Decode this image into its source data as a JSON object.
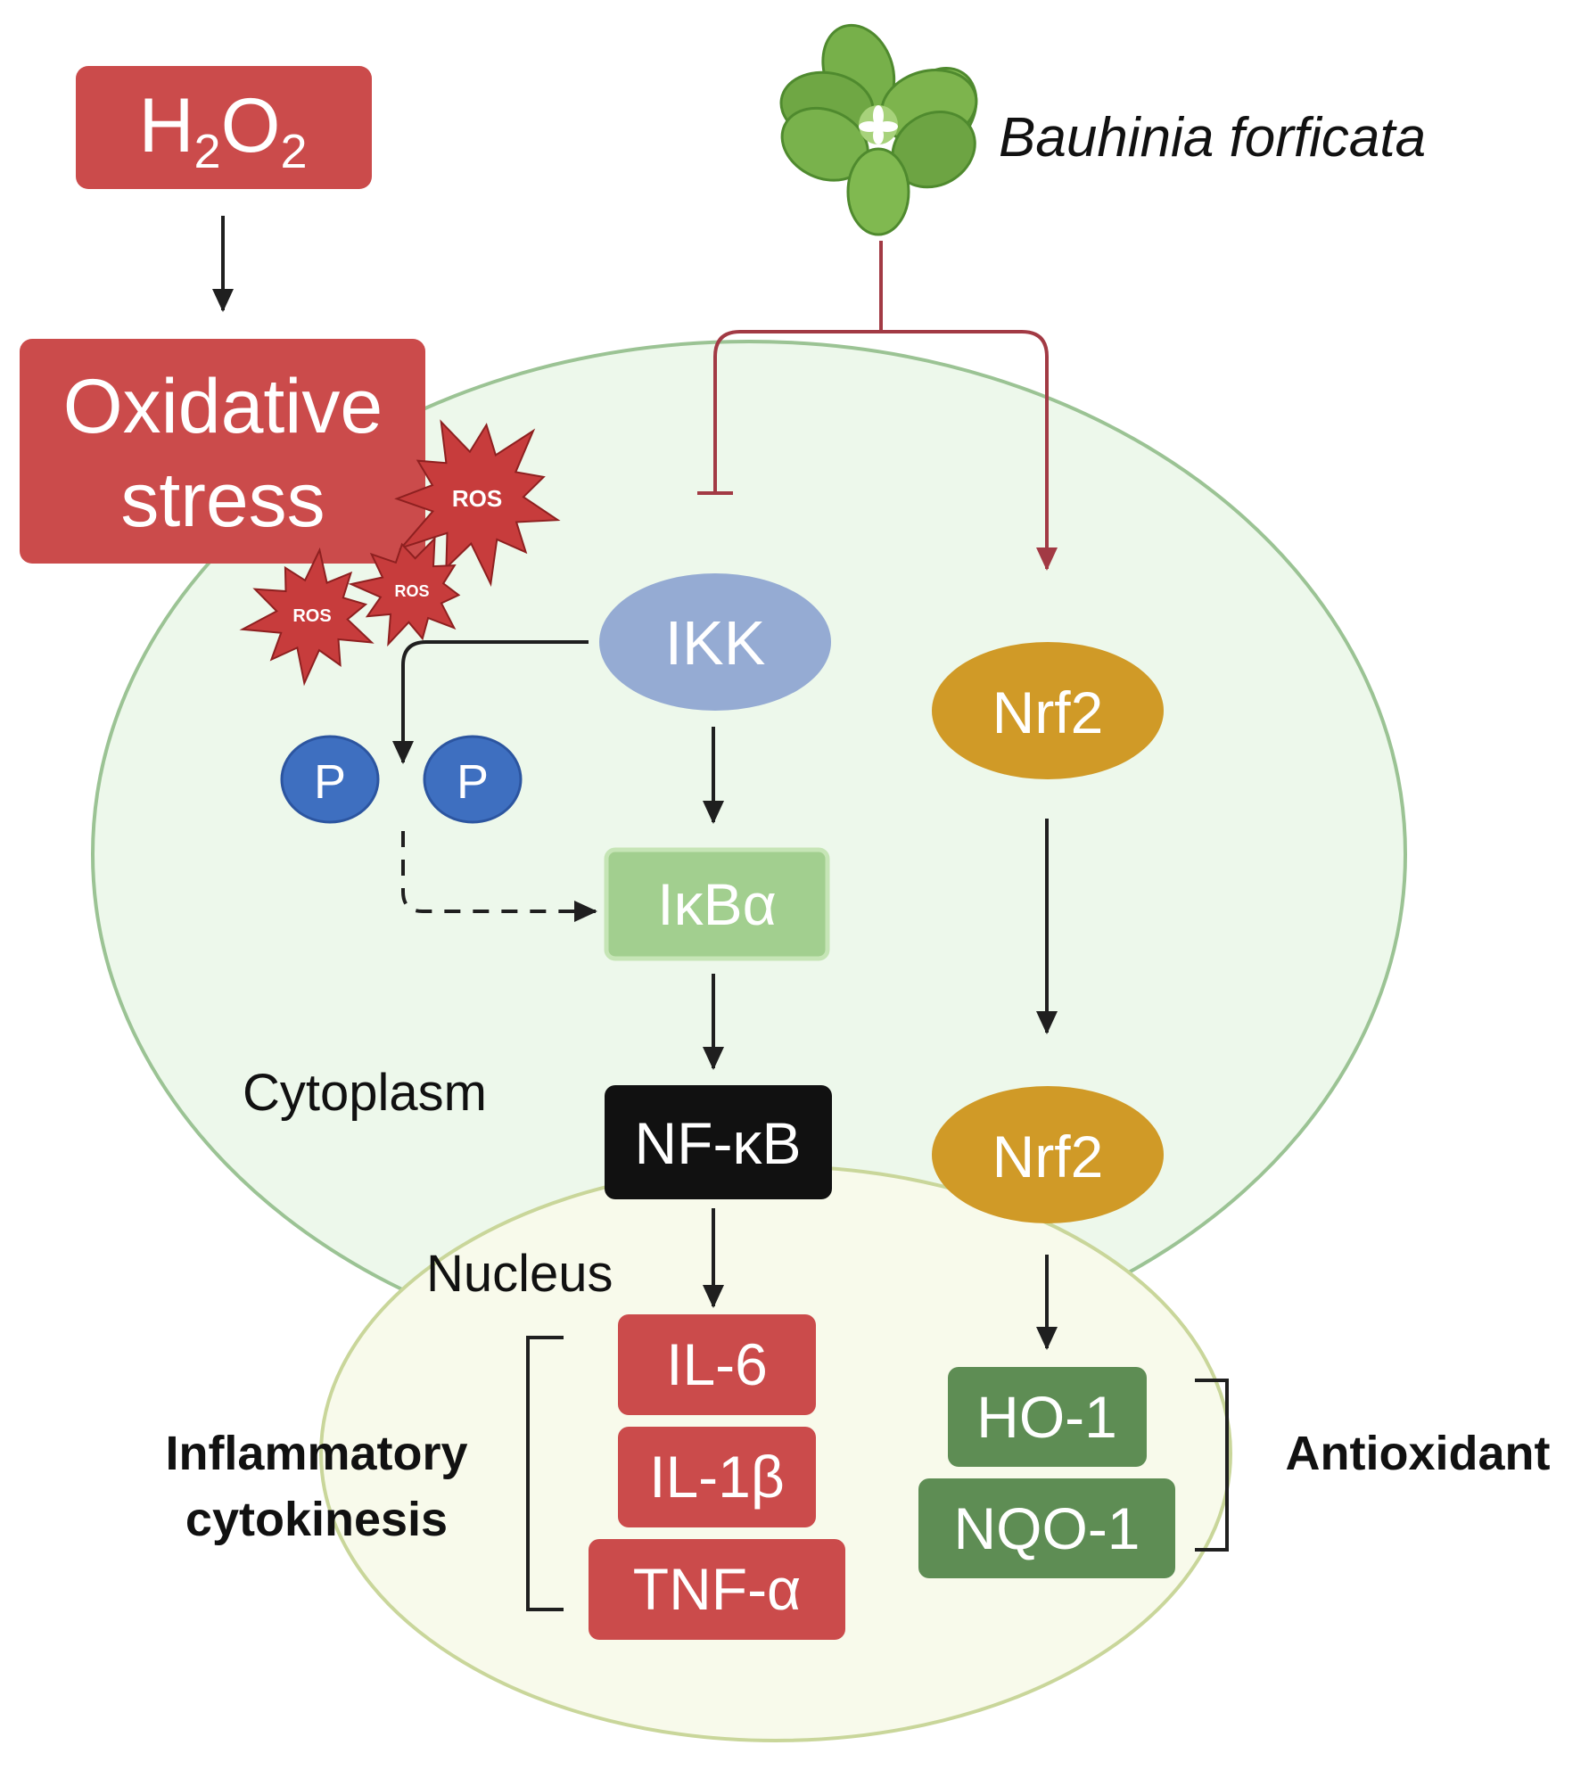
{
  "title": "",
  "colors": {
    "red_box": "#CB4B4B",
    "cell_fill": "#EDF8EB",
    "cell_stroke": "#9BC394",
    "nucleus_fill": "#F8FAEB",
    "nucleus_stroke": "#C9D69A",
    "ikk": "#95ABD3",
    "nrf2": "#D09A27",
    "ikba": "#A2CF8F",
    "nfkb": "#111111",
    "antiox_box": "#5E8D54",
    "phospho": "#3E6FC0",
    "inhibit_line": "#A23A44",
    "arrow": "#1F1F1F",
    "plant_leaf": "#77B04A"
  },
  "inputs": {
    "h2o2": {
      "h": "H",
      "sub1": "2",
      "o": "O",
      "sub2": "2"
    },
    "oxidative_stress": {
      "line1": "Oxidative",
      "line2": "stress"
    },
    "ros": [
      "ROS",
      "ROS",
      "ROS"
    ],
    "plant": {
      "name": "Bauhinia forficata",
      "icon": "plant-icon"
    }
  },
  "compartments": {
    "cytoplasm": "Cytoplasm",
    "nucleus": "Nucleus"
  },
  "nodes": {
    "ikk": "IKK",
    "phospho": [
      "P",
      "P"
    ],
    "ikba": "IκBα",
    "nfkb": "NF-κB",
    "nrf2_cyto": "Nrf2",
    "nrf2_nuc": "Nrf2",
    "cytokines": [
      "IL-6",
      "IL-1β",
      "TNF-α"
    ],
    "antioxidants": [
      "HO-1",
      "NQO-1"
    ]
  },
  "group_labels": {
    "inflammatory": {
      "line1": "Inflammatory",
      "line2": "cytokinesis"
    },
    "antioxidant": "Antioxidant"
  }
}
